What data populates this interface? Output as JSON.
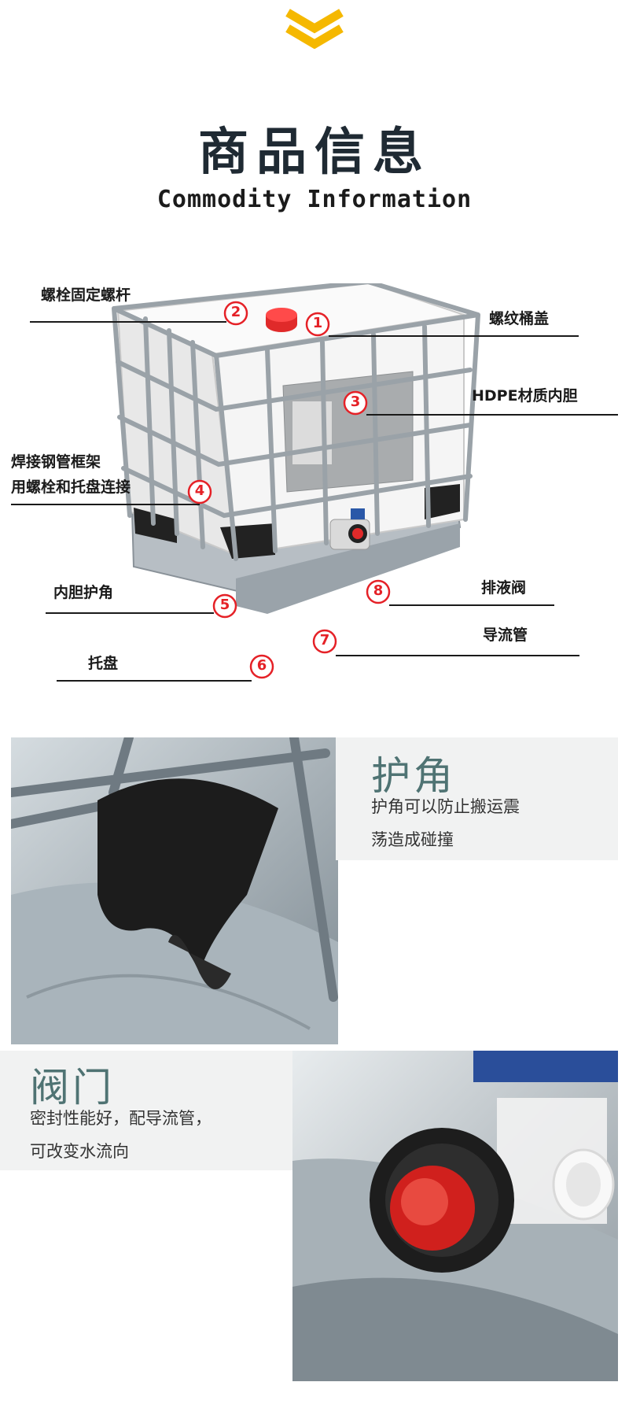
{
  "header": {
    "title_cn": "商品信息",
    "title_en": "Commodity Information",
    "chevron_color": "#f5b800"
  },
  "diagram": {
    "labels": [
      {
        "id": "bolt",
        "text": "螺栓固定螺杆"
      },
      {
        "id": "cap",
        "text": "螺纹桶盖"
      },
      {
        "id": "liner",
        "text": "HDPE材质内胆"
      },
      {
        "id": "frame_1",
        "text": "焊接钢管框架"
      },
      {
        "id": "frame_2",
        "text": "用螺栓和托盘连接"
      },
      {
        "id": "corner",
        "text": "内胆护角"
      },
      {
        "id": "drain",
        "text": "排液阀"
      },
      {
        "id": "guide",
        "text": "导流管"
      },
      {
        "id": "pallet",
        "text": "托盘"
      }
    ],
    "numbers": [
      "1",
      "2",
      "3",
      "4",
      "5",
      "6",
      "7",
      "8"
    ],
    "marker_color": "#e52127"
  },
  "features": [
    {
      "title": "护角",
      "desc_1": "护角可以防止搬运震",
      "desc_2": "荡造成碰撞"
    },
    {
      "title": "阀门",
      "desc_1": "密封性能好，配导流管，",
      "desc_2": "可改变水流向"
    }
  ]
}
